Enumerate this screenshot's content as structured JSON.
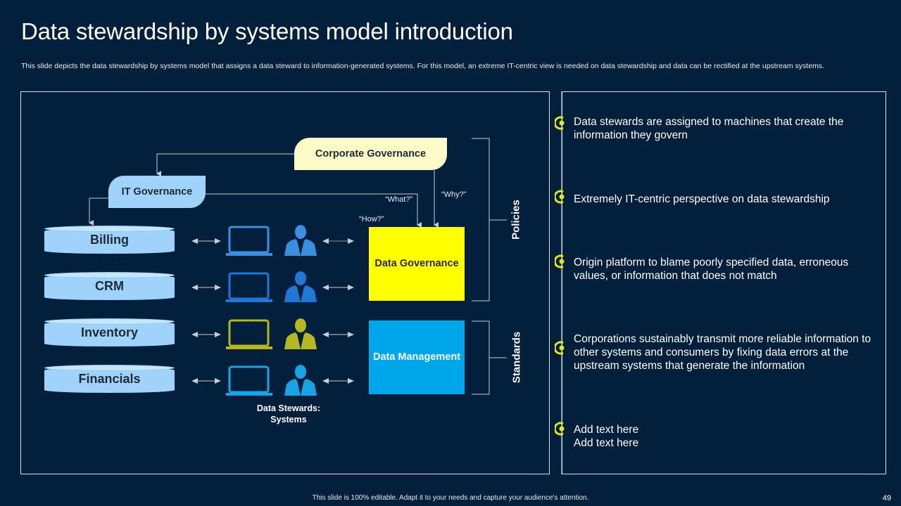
{
  "slide": {
    "title": "Data stewardship by systems model introduction",
    "subtitle": "This slide depicts the data stewardship by systems model that assigns a data steward to information-generated systems. For this model, an extreme IT-centric view is needed on data stewardship and data can be rectified at the upstream systems.",
    "footer": "This slide is 100% editable.  Adapt it to your needs and capture your audience's attention.",
    "page_number": "49"
  },
  "diagram": {
    "corporate_governance": "Corporate Governance",
    "it_governance": "IT Governance",
    "data_governance": "Data Governance",
    "data_management": "Data Management",
    "questions": {
      "what": "“What?”",
      "why": "“Why?”",
      "how": "“How?”"
    },
    "brackets": {
      "policies": "Policies",
      "standards": "Standards"
    },
    "systems": [
      {
        "label": "Billing",
        "steward_color": "#3b8fe0",
        "icon": "laptop-icon"
      },
      {
        "label": "CRM",
        "steward_color": "#1f78d6",
        "icon": "laptop-icon"
      },
      {
        "label": "Inventory",
        "steward_color": "#b5b820",
        "icon": "laptop-icon"
      },
      {
        "label": "Financials",
        "steward_color": "#17a3e6",
        "icon": "laptop-icon"
      }
    ],
    "stewards_caption_line1": "Data Stewards:",
    "stewards_caption_line2": "Systems"
  },
  "points": [
    {
      "text": "Data stewards are assigned to machines that create the information they govern"
    },
    {
      "text": "Extremely IT-centric  perspective on data stewardship"
    },
    {
      "text": "Origin platform to blame poorly specified data, erroneous values, or information that does not match"
    },
    {
      "text": "Corporations sustainably transmit more reliable information to other systems and consumers by fixing data errors at the upstream systems that generate the information"
    },
    {
      "text": "Add text here\nAdd text here"
    }
  ],
  "colors": {
    "background": "#02203c",
    "accent_yellow": "#ffff00",
    "accent_blue": "#00a6ea",
    "light_blue": "#9fd3fb",
    "cream": "#fdfcc8",
    "bullet": "#e6e81e"
  }
}
